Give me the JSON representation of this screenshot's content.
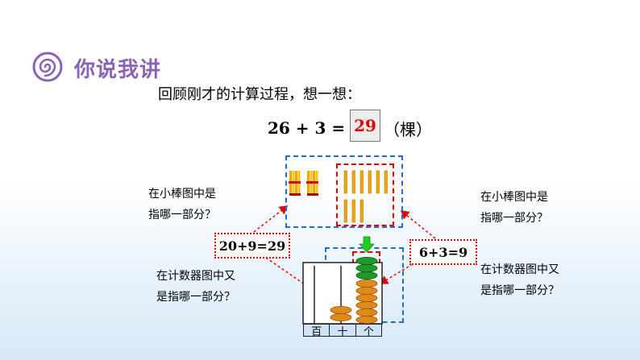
{
  "header": {
    "title": "你说我讲",
    "icon": "spiral-icon"
  },
  "prompt": "回顾刚才的计算过程，想一想：",
  "equation": {
    "left": "26 + 3 =",
    "answer": "29",
    "unit": "（棵）"
  },
  "questions": {
    "top_left": [
      "在小棒图中是",
      "指哪一部分？"
    ],
    "top_right": [
      "在小棒图中是",
      "指哪一部分？"
    ],
    "bottom_left": [
      "在计数器图中又",
      "是指哪一部分？"
    ],
    "bottom_right": [
      "在计数器图中又",
      "是指哪一部分？"
    ]
  },
  "eq_boxes": {
    "left": "20+9=29",
    "right": "6+3=9"
  },
  "abacus": {
    "labels": [
      "百",
      "十",
      "个"
    ],
    "tens_beads": 2,
    "ones_beads": 9,
    "colors": {
      "tens": "#e08a1c",
      "ones_orange": "#e08a1c",
      "ones_green": "#1f9a2a",
      "arrow": "#22cc22"
    }
  },
  "sticks": {
    "bundles": 2,
    "loose": 9
  },
  "colors": {
    "title": "#8a63b5",
    "answer": "#e00000",
    "dotted": "#e00000",
    "blue_dash": "#1f6fd1"
  }
}
